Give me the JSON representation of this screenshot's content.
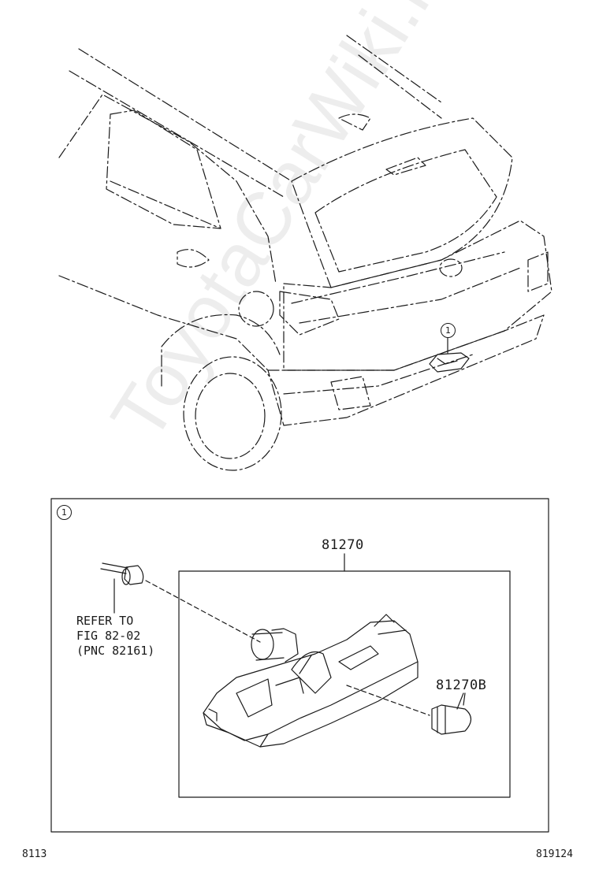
{
  "parts": {
    "assembly": "81270",
    "bulb": "81270B"
  },
  "reference": {
    "line1": "REFER TO",
    "line2": "FIG 82-02",
    "line3": "(PNC 82161)"
  },
  "callout": {
    "marker": "1"
  },
  "footer": {
    "left_code": "8113",
    "right_code": "819124"
  },
  "watermark": "ToyotaCarWiki.ru"
}
